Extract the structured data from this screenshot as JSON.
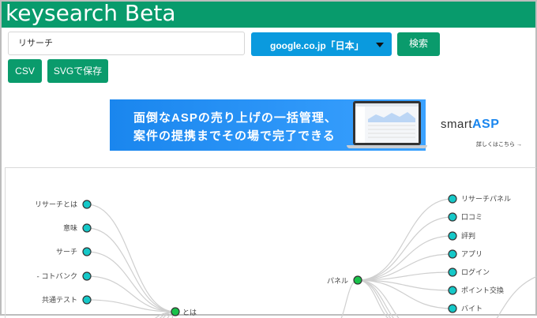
{
  "header": {
    "title": "keysearch Beta",
    "color": "#089b6c"
  },
  "search": {
    "value": "リサーチ",
    "engine_selected": "google.co.jp「日本」",
    "search_button": "検索"
  },
  "toolbar": {
    "csv_label": "CSV",
    "svg_label": "SVGで保存"
  },
  "banner": {
    "line1": "面倒なASPの売り上げの一括管理、",
    "line2": "案件の提携までその場で完了できる",
    "brand_prefix": "smart",
    "brand_suffix": "ASP",
    "link": "詳しくはこちら →"
  },
  "tree": {
    "left_group": {
      "hub": "とは",
      "children": [
        "リサーチとは",
        "意味",
        "サーチ",
        "- コトバンク",
        "共通テスト"
      ]
    },
    "right_group": {
      "hub": "パネル",
      "children": [
        "リサーチパネル",
        "口コミ",
        "評判",
        "アプリ",
        "ログイン",
        "ポイント交換",
        "バイト"
      ]
    },
    "colors": {
      "leaf": "#15c8c8",
      "hub": "#19c24a",
      "link": "#cfcfcf"
    }
  }
}
